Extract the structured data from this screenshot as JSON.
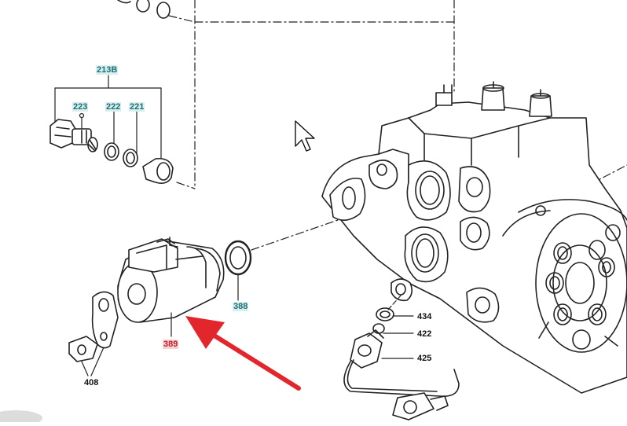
{
  "callouts": {
    "c213b": "213B",
    "c223": "223",
    "c222": "222",
    "c221": "221",
    "c388": "388",
    "c389": "389",
    "c408": "408",
    "c434": "434",
    "c422": "422",
    "c425": "425"
  },
  "colors": {
    "callout_teal": "#1e6f73",
    "callout_highlight_red": "#c0222b",
    "arrow": "#e3262b",
    "line_art": "#222222"
  },
  "icons": {
    "pointer": "mouse-cursor-icon",
    "arrow": "red-arrow-icon"
  }
}
